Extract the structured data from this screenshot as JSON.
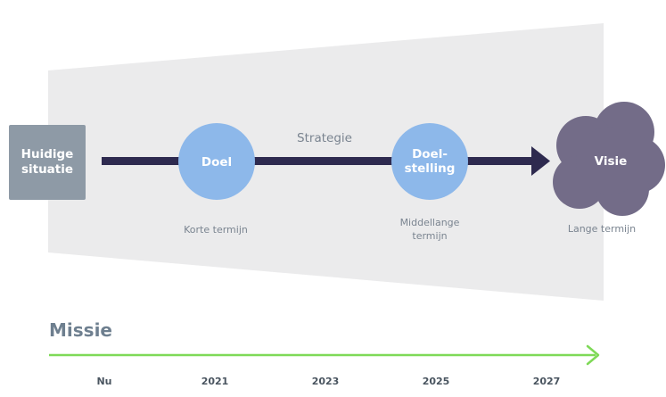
{
  "diagram": {
    "current_state": "Huidige situatie",
    "current_state_lines": [
      "Huidige",
      "situatie"
    ],
    "strategy": "Strategie",
    "goal": {
      "label": "Doel",
      "term": "Korte termijn"
    },
    "objective": {
      "label_lines": [
        "Doel-",
        "stelling"
      ],
      "term_lines": [
        "Middellange",
        "termijn"
      ]
    },
    "vision": {
      "label": "Visie",
      "term": "Lange termijn"
    }
  },
  "mission": {
    "title": "Missie",
    "timeline": [
      "Nu",
      "2021",
      "2023",
      "2025",
      "2027"
    ]
  },
  "colors": {
    "funnel": "#ebebec",
    "current_box": "#8e9aa6",
    "circle": "#8db8ea",
    "arrow": "#2e2a4f",
    "cloud": "#736c88",
    "mission_title": "#6e7f8f",
    "timeline_line": "#7ed957",
    "caption": "#7a8490",
    "year": "#4a5560"
  }
}
